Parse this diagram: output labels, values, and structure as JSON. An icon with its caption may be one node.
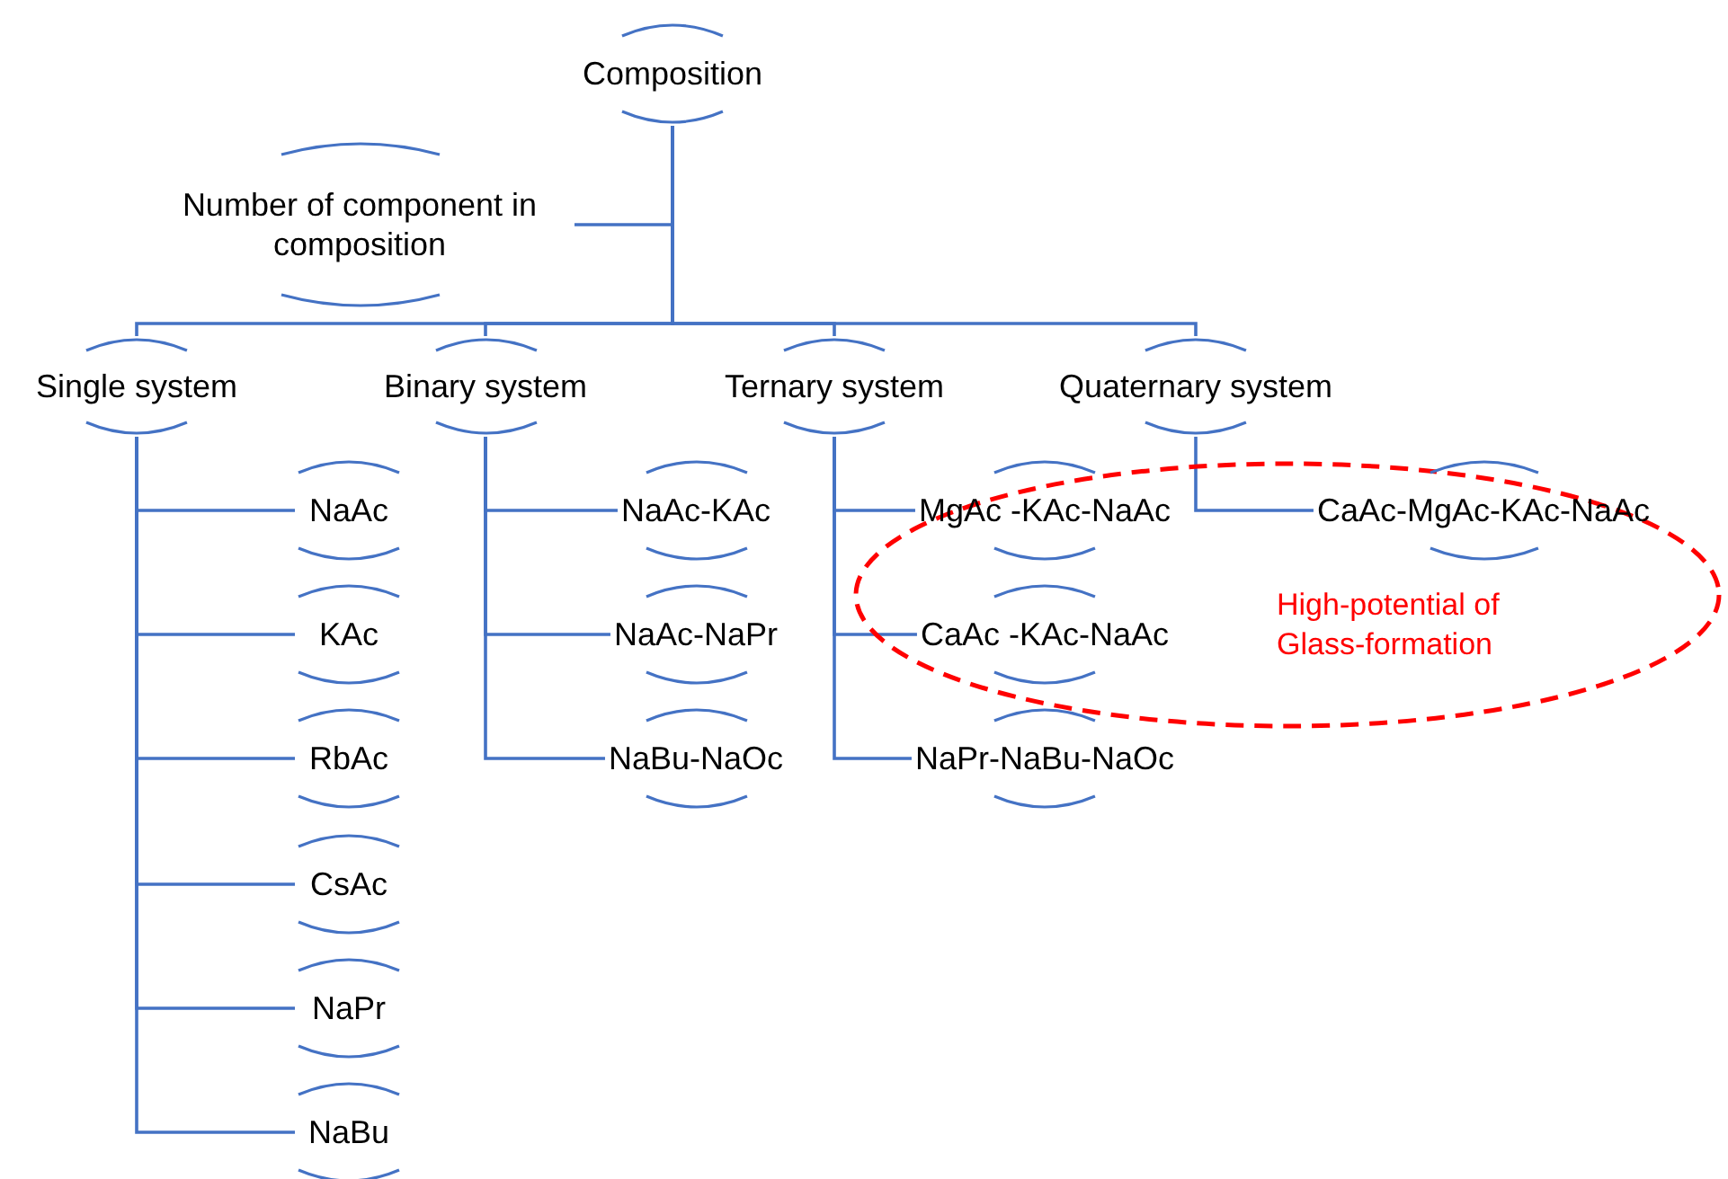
{
  "diagram": {
    "nodes": [
      {
        "text": [
          "Composition"
        ]
      },
      {
        "text": [
          "Number of component in composition"
        ]
      },
      {
        "text": [
          "Single system"
        ]
      },
      {
        "text": [
          "Binary system"
        ]
      },
      {
        "text": [
          "Ternary system"
        ]
      },
      {
        "text": [
          "Quaternary system"
        ]
      },
      {
        "text": [
          "NaAc"
        ]
      },
      {
        "text": [
          "KAc"
        ]
      },
      {
        "text": [
          "RbAc"
        ]
      },
      {
        "text": [
          "CsAc"
        ]
      },
      {
        "text": [
          "NaPr"
        ]
      },
      {
        "text": [
          "NaBu"
        ]
      },
      {
        "text": [
          "NaAc-KAc"
        ]
      },
      {
        "text": [
          "NaAc-NaPr"
        ]
      },
      {
        "text": [
          "NaBu-NaOc"
        ]
      },
      {
        "text": [
          "MgAc -KAc-NaAc"
        ]
      },
      {
        "text": [
          "CaAc -KAc-NaAc"
        ]
      },
      {
        "text": [
          "NaPr-NaBu-NaOc"
        ]
      },
      {
        "text": [
          "CaAc-MgAc-KAc-NaAc"
        ]
      }
    ],
    "labels": [
      "High-potential of Glass-formation"
    ],
    "edges": [
      {
        "from": 0,
        "to": 1,
        "arrow": "none"
      },
      {
        "from": 0,
        "to": 2,
        "arrow": "none"
      },
      {
        "from": 0,
        "to": 3,
        "arrow": "none"
      },
      {
        "from": 0,
        "to": 4,
        "arrow": "none"
      },
      {
        "from": 0,
        "to": 5,
        "arrow": "none"
      },
      {
        "from": 2,
        "to": 6,
        "arrow": "none"
      },
      {
        "from": 2,
        "to": 7,
        "arrow": "none"
      },
      {
        "from": 2,
        "to": 8,
        "arrow": "none"
      },
      {
        "from": 2,
        "to": 9,
        "arrow": "none"
      },
      {
        "from": 2,
        "to": 10,
        "arrow": "none"
      },
      {
        "from": 2,
        "to": 11,
        "arrow": "none"
      },
      {
        "from": 3,
        "to": 12,
        "arrow": "none"
      },
      {
        "from": 3,
        "to": 13,
        "arrow": "none"
      },
      {
        "from": 3,
        "to": 14,
        "arrow": "none"
      },
      {
        "from": 4,
        "to": 15,
        "arrow": "none"
      },
      {
        "from": 4,
        "to": 16,
        "arrow": "none"
      },
      {
        "from": 4,
        "to": 17,
        "arrow": "none"
      },
      {
        "from": 5,
        "to": 18,
        "arrow": "none"
      }
    ]
  }
}
